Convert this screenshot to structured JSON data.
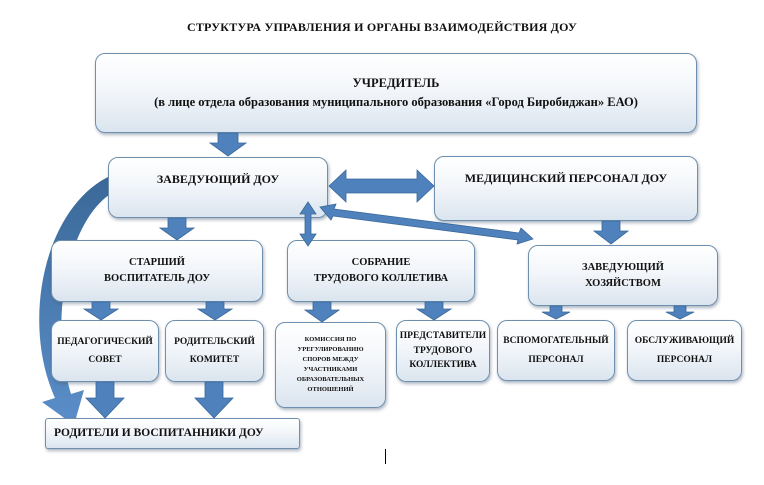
{
  "title": "СТРУКТУРА УПРАВЛЕНИЯ И ОРГАНЫ ВЗАИМОДЕЙСТВИЯ ДОУ",
  "nodes": {
    "founder": {
      "line1": "УЧРЕДИТЕЛЬ",
      "line2": "(в лице отдела образования муниципального образования «Город Биробиджан» ЕАО)"
    },
    "head": {
      "line1": "ЗАВЕДУЮЩИЙ ДОУ"
    },
    "medical": {
      "line1": "МЕДИЦИНСКИЙ ПЕРСОНАЛ ДОУ"
    },
    "senior_teacher": {
      "line1": "СТАРШИЙ",
      "line2": "ВОСПИТАТЕЛЬ ДОУ"
    },
    "assembly": {
      "line1": "СОБРАНИЕ",
      "line2": "ТРУДОВОГО КОЛЛЕТИВА"
    },
    "supply_head": {
      "line1": "ЗАВЕДУЮЩИЙ",
      "line2": "ХОЗЯЙСТВОМ"
    },
    "ped_council": {
      "line1": "ПЕДАГОГИЧЕСКИЙ",
      "line2": "СОВЕТ"
    },
    "parent_committee": {
      "line1": "РОДИТЕЛЬСКИЙ",
      "line2": "КОМИТЕТ"
    },
    "dispute_commission": {
      "line1": "КОМИССИЯ ПО",
      "line2": "УРЕГУЛИРОВАНИЮ",
      "line3": "СПОРОВ МЕЖДУ",
      "line4": "УЧАСТНИКАМИ",
      "line5": "ОБРАЗОВАТЕЛЬНЫХ",
      "line6": "ОТНОШЕНИЙ"
    },
    "staff_reps": {
      "line1": "ПРЕДСТАВИТЕЛИ",
      "line2": "ТРУДОВОГО",
      "line3": "КОЛЛЕКТИВА"
    },
    "auxiliary": {
      "line1": "ВСПОМОГАТЕЛЬНЫЙ",
      "line2": "ПЕРСОНАЛ"
    },
    "service": {
      "line1": "ОБСЛУЖИВАЮЩИЙ",
      "line2": "ПЕРСОНАЛ"
    },
    "parents": {
      "line1": "РОДИТЕЛИ И ВОСПИТАННИКИ ДОУ"
    }
  },
  "colors": {
    "arrow": "#4f81bd",
    "arrow_dark": "#3a6898",
    "border": "#6e8fad"
  }
}
